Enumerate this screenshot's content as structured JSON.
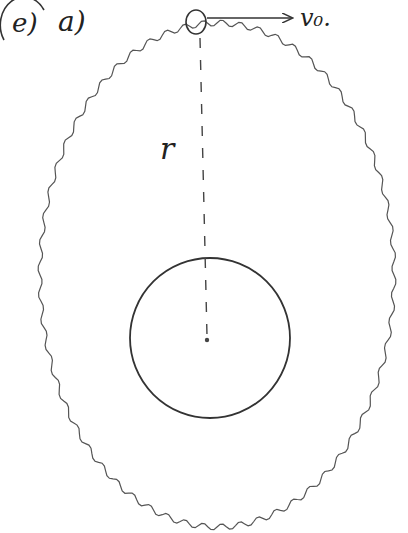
{
  "diagram": {
    "labels": [
      "e)",
      "a)",
      "v₀.",
      "r"
    ]
  }
}
